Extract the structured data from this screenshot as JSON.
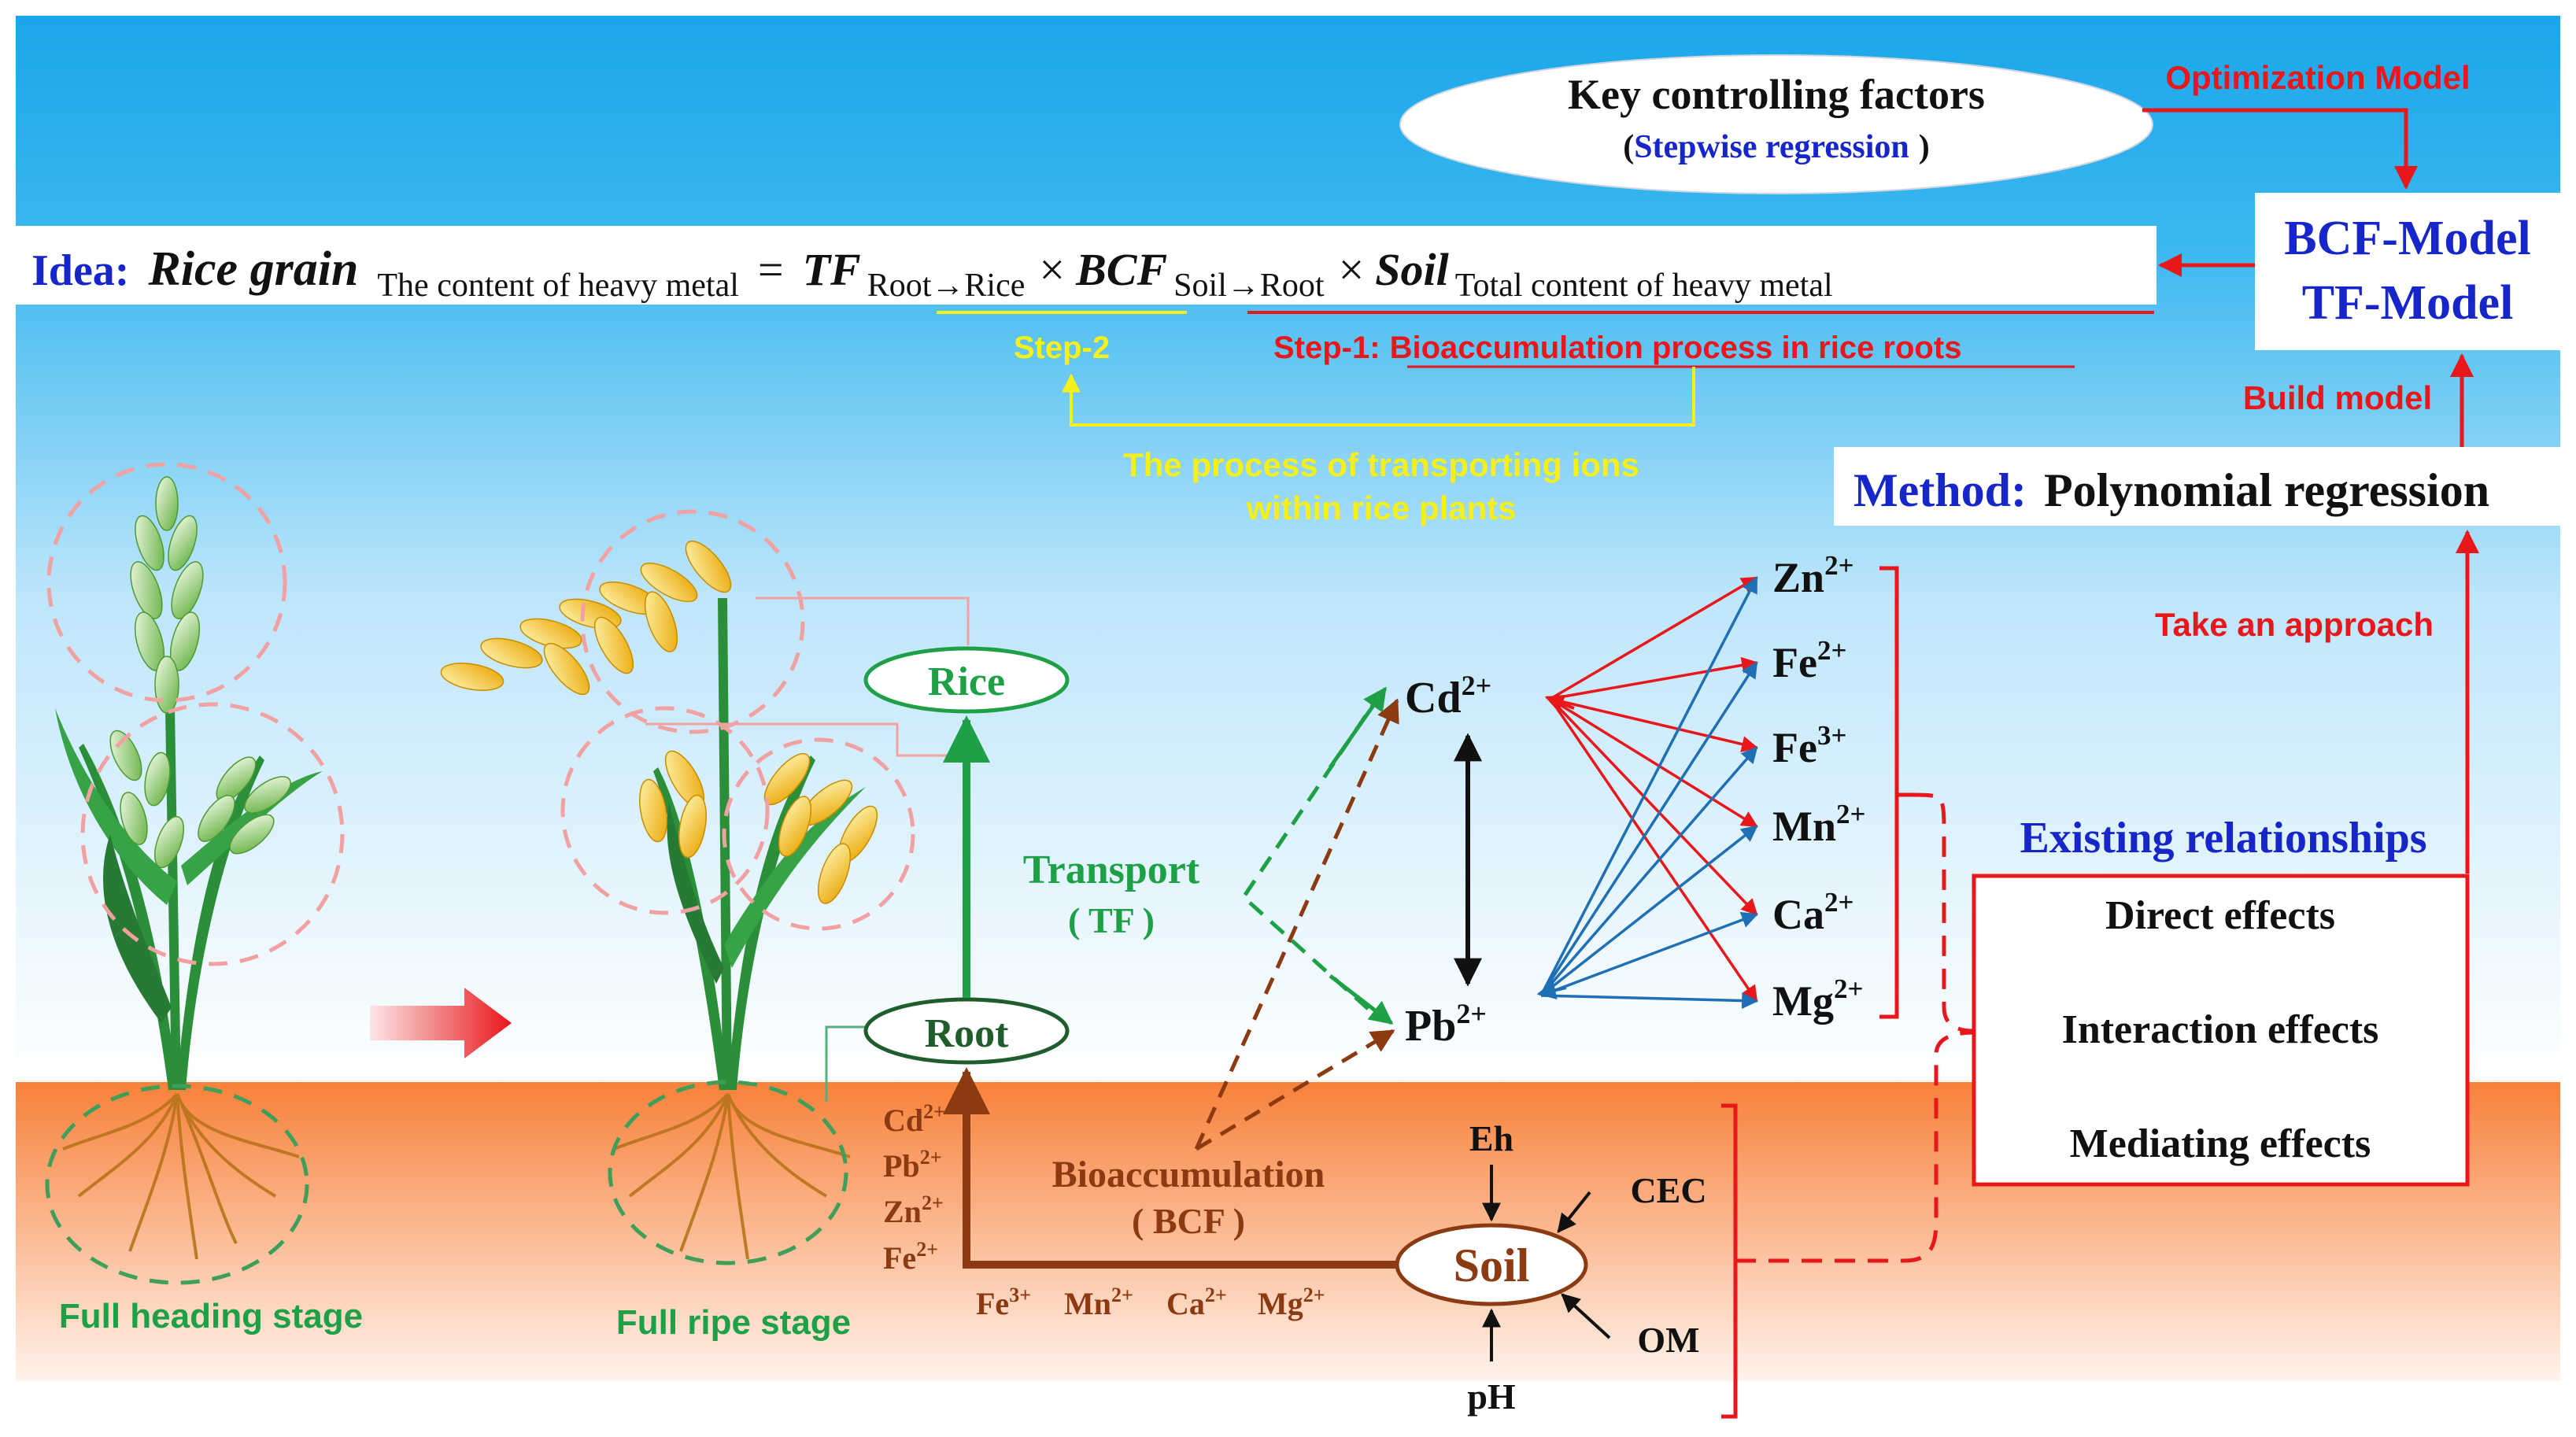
{
  "colors": {
    "sky_top": "#1aa6ea",
    "soil": "#f7813a",
    "red": "#e8171b",
    "green": "#1ea047",
    "dark_green": "#1f5e2c",
    "brown": "#8c3a12",
    "blue_text": "#1626c9",
    "blue_arrow": "#1f6fb5",
    "yellow": "#f5ef1a",
    "light_green_text": "#19b24a"
  },
  "header": {
    "key_factors": "Key controlling factors",
    "paren_open": "(",
    "stepwise": "Stepwise regression",
    "paren_close": ")",
    "optimization": "Optimization Model"
  },
  "idea": {
    "label": "Idea:",
    "rice_grain": "Rice grain",
    "sub1": "The content of heavy metal",
    "equals": "=",
    "tf": "TF",
    "tf_sub": "Root→Rice",
    "times1": "×",
    "bcf": "BCF",
    "bcf_sub": "Soil→Root",
    "times2": "×",
    "soil": "Soil",
    "soil_sub": "Total content of heavy metal"
  },
  "models": {
    "line1": "BCF-Model",
    "line2": "TF-Model"
  },
  "steps": {
    "step2": "Step-2",
    "step1_prefix": "Step-1:",
    "step1_text": "Bioaccumulation process in rice roots",
    "transport_line1": "The process of transporting ions",
    "transport_line2": "within rice plants"
  },
  "build_model": "Build model",
  "method": {
    "label": "Method:",
    "text": "Polynomial regression"
  },
  "take_approach": "Take an approach",
  "existing": "Existing relationships",
  "effects": [
    "Direct effects",
    "Interaction effects",
    "Mediating effects"
  ],
  "stages": {
    "heading": "Full heading stage",
    "ripe": "Full ripe stage"
  },
  "nodes": {
    "rice": "Rice",
    "root": "Root",
    "soil": "Soil"
  },
  "transport": {
    "label": "Transport",
    "tf": "( TF )"
  },
  "bioacc": {
    "label": "Bioaccumulation",
    "bcf": "( BCF )"
  },
  "ions": {
    "cd": {
      "base": "Cd",
      "sup": "2+"
    },
    "pb": {
      "base": "Pb",
      "sup": "2+"
    },
    "right": [
      {
        "base": "Zn",
        "sup": "2+"
      },
      {
        "base": "Fe",
        "sup": "2+"
      },
      {
        "base": "Fe",
        "sup": "3+"
      },
      {
        "base": "Mn",
        "sup": "2+"
      },
      {
        "base": "Ca",
        "sup": "2+"
      },
      {
        "base": "Mg",
        "sup": "2+"
      }
    ],
    "root_list": [
      {
        "base": "Cd",
        "sup": "2+"
      },
      {
        "base": "Pb",
        "sup": "2+"
      },
      {
        "base": "Zn",
        "sup": "2+"
      },
      {
        "base": "Fe",
        "sup": "2+"
      }
    ],
    "bottom_list": [
      {
        "base": "Fe",
        "sup": "3+"
      },
      {
        "base": "Mn",
        "sup": "2+"
      },
      {
        "base": "Ca",
        "sup": "2+"
      },
      {
        "base": "Mg",
        "sup": "2+"
      }
    ]
  },
  "soil_factors": {
    "eh": "Eh",
    "cec": "CEC",
    "om": "OM",
    "ph": "pH"
  }
}
